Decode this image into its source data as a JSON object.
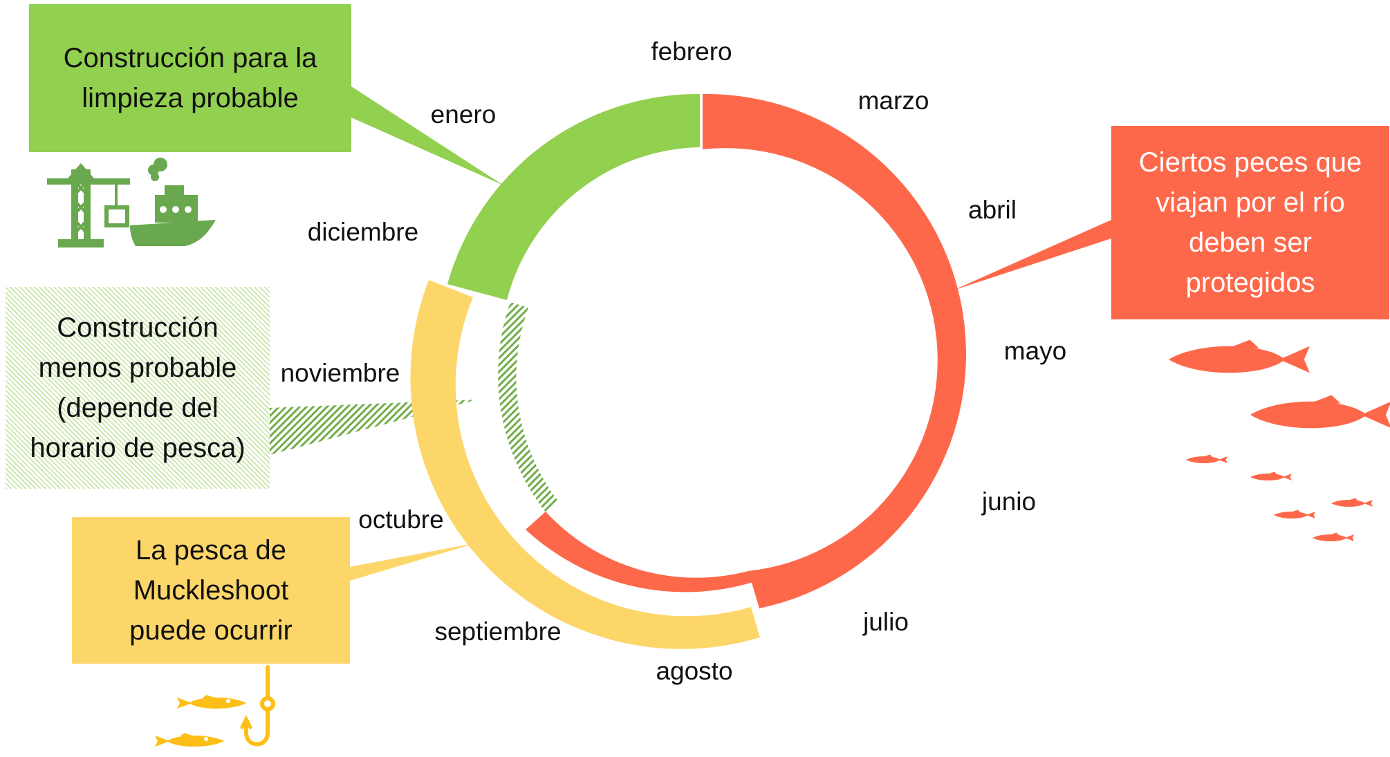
{
  "months": {
    "enero": "enero",
    "febrero": "febrero",
    "marzo": "marzo",
    "abril": "abril",
    "mayo": "mayo",
    "junio": "junio",
    "julio": "julio",
    "agosto": "agosto",
    "septiembre": "septiembre",
    "octubre": "octubre",
    "noviembre": "noviembre",
    "diciembre": "diciembre"
  },
  "callouts": {
    "construction_likely": [
      "Construcción para la",
      "limpieza probable"
    ],
    "fish_protected": [
      "Ciertos peces que",
      "viajan por el río",
      "deben ser",
      "protegidos"
    ],
    "construction_less_likely": [
      "Construcción",
      "menos probable",
      "(depende del",
      "horario de pesca)"
    ],
    "muckleshoot_fishing": [
      "La pesca de",
      "Muckleshoot",
      "puede ocurrir"
    ]
  },
  "colors": {
    "construction": "#92d050",
    "fish_protection": "#fe684a",
    "fishing": "#fdd66a",
    "hatch": "#70ad47",
    "icon_green": "#6aa84f",
    "icon_fish_yellow": "#fcbf17"
  },
  "icons": [
    "crane-icon",
    "ship-icon",
    "fish-icon",
    "fishing-hook-icon"
  ]
}
